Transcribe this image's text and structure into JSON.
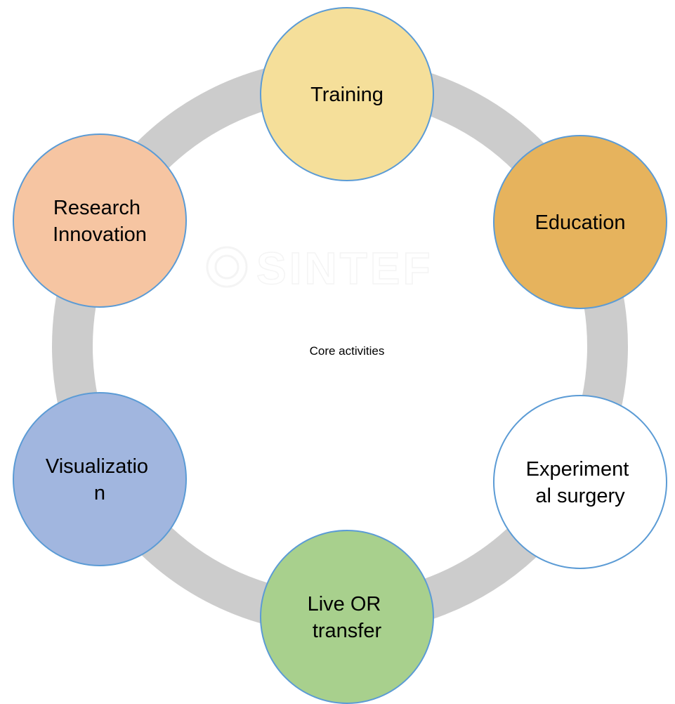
{
  "diagram": {
    "center_label": "Core activities",
    "watermark": "SINTEF",
    "ring_color": "#cccccc",
    "node_border_color": "#5b9bd5",
    "nodes": [
      {
        "id": "training",
        "lines": [
          "Training"
        ],
        "color": "#f5df9a"
      },
      {
        "id": "education",
        "lines": [
          "Education"
        ],
        "color": "#e6b35d"
      },
      {
        "id": "experimental-surgery",
        "lines": [
          "Experiment",
          "al surgery"
        ],
        "color": "#ffffff"
      },
      {
        "id": "live-or-transfer",
        "lines": [
          "Live OR",
          "transfer"
        ],
        "color": "#a8d08d"
      },
      {
        "id": "visualization",
        "lines": [
          "Visualizatio",
          "n"
        ],
        "color": "#a1b6df"
      },
      {
        "id": "research-innovation",
        "lines": [
          "Research",
          "Innovation"
        ],
        "color": "#f6c5a2"
      }
    ]
  }
}
